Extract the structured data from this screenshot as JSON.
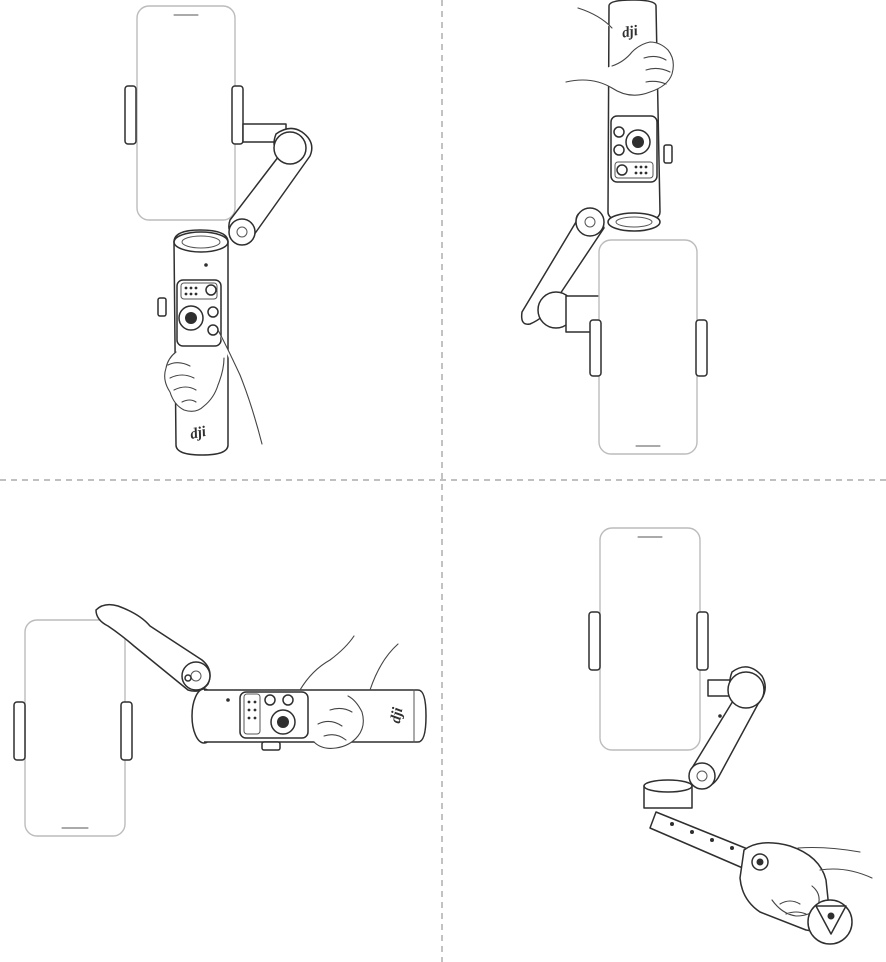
{
  "brand": {
    "logo_text": "dji"
  },
  "colors": {
    "line": "#3a3a3a",
    "phone_outline": "#bcbcbc",
    "divider": "#9a9a9a",
    "background": "#ffffff"
  },
  "panels": [
    {
      "id": "top-left",
      "pose": "upright-grip"
    },
    {
      "id": "top-right",
      "pose": "underslung-grip"
    },
    {
      "id": "bottom-left",
      "pose": "horizontal-grip"
    },
    {
      "id": "bottom-right",
      "pose": "extended-rod-grip"
    }
  ]
}
